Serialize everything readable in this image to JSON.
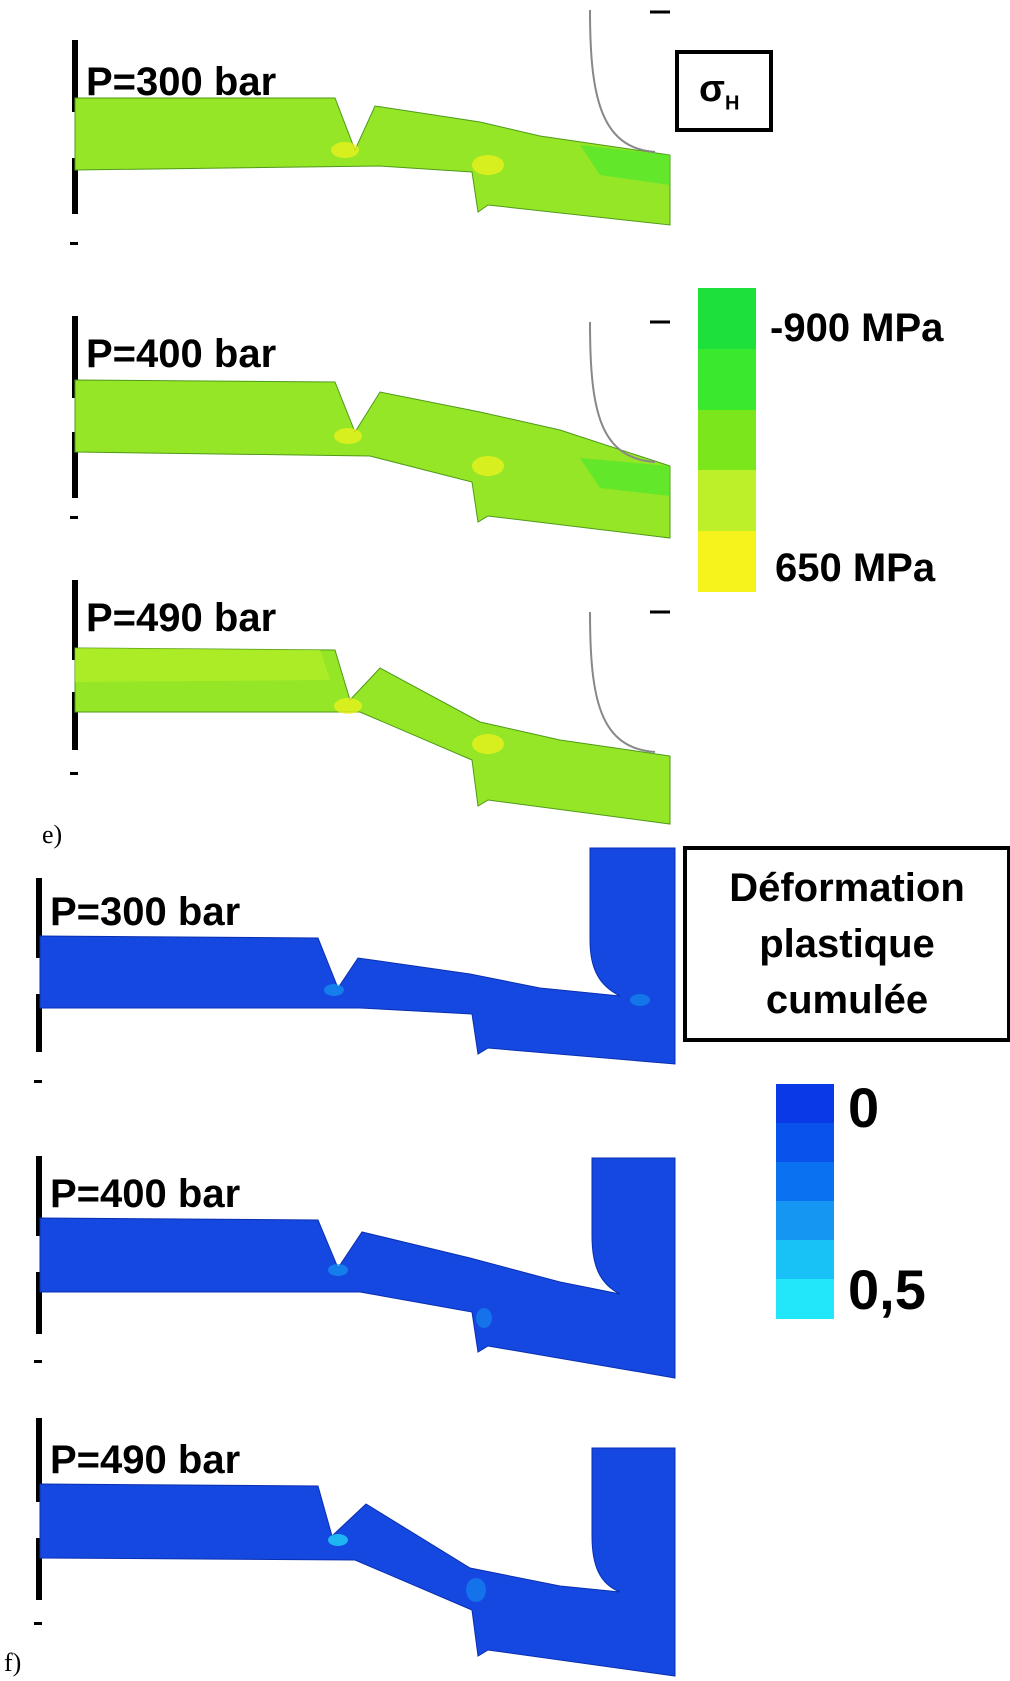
{
  "panel_e": {
    "letter": "e)",
    "legend_title_main": "σ",
    "legend_title_sub": "H",
    "legend_max": "-900 MPa",
    "legend_min": "650 MPa",
    "colors": [
      "#1ee03a",
      "#3ae82e",
      "#7be61c",
      "#bdf028",
      "#f5f21c"
    ],
    "fill": "#95e626",
    "rows": [
      {
        "label": "P=300 bar"
      },
      {
        "label": "P=400 bar"
      },
      {
        "label": "P=490 bar"
      }
    ]
  },
  "panel_f": {
    "letter": "f)",
    "legend_title": [
      "Déformation",
      "plastique",
      "cumulée"
    ],
    "legend_max": "0",
    "legend_min": "0,5",
    "colors": [
      "#0a3ae6",
      "#0a52ec",
      "#0a72f0",
      "#1496f2",
      "#18c2f6",
      "#22e6fa"
    ],
    "fill": "#1448e0",
    "rows": [
      {
        "label": "P=300 bar"
      },
      {
        "label": "P=400 bar"
      },
      {
        "label": "P=490 bar"
      }
    ]
  }
}
